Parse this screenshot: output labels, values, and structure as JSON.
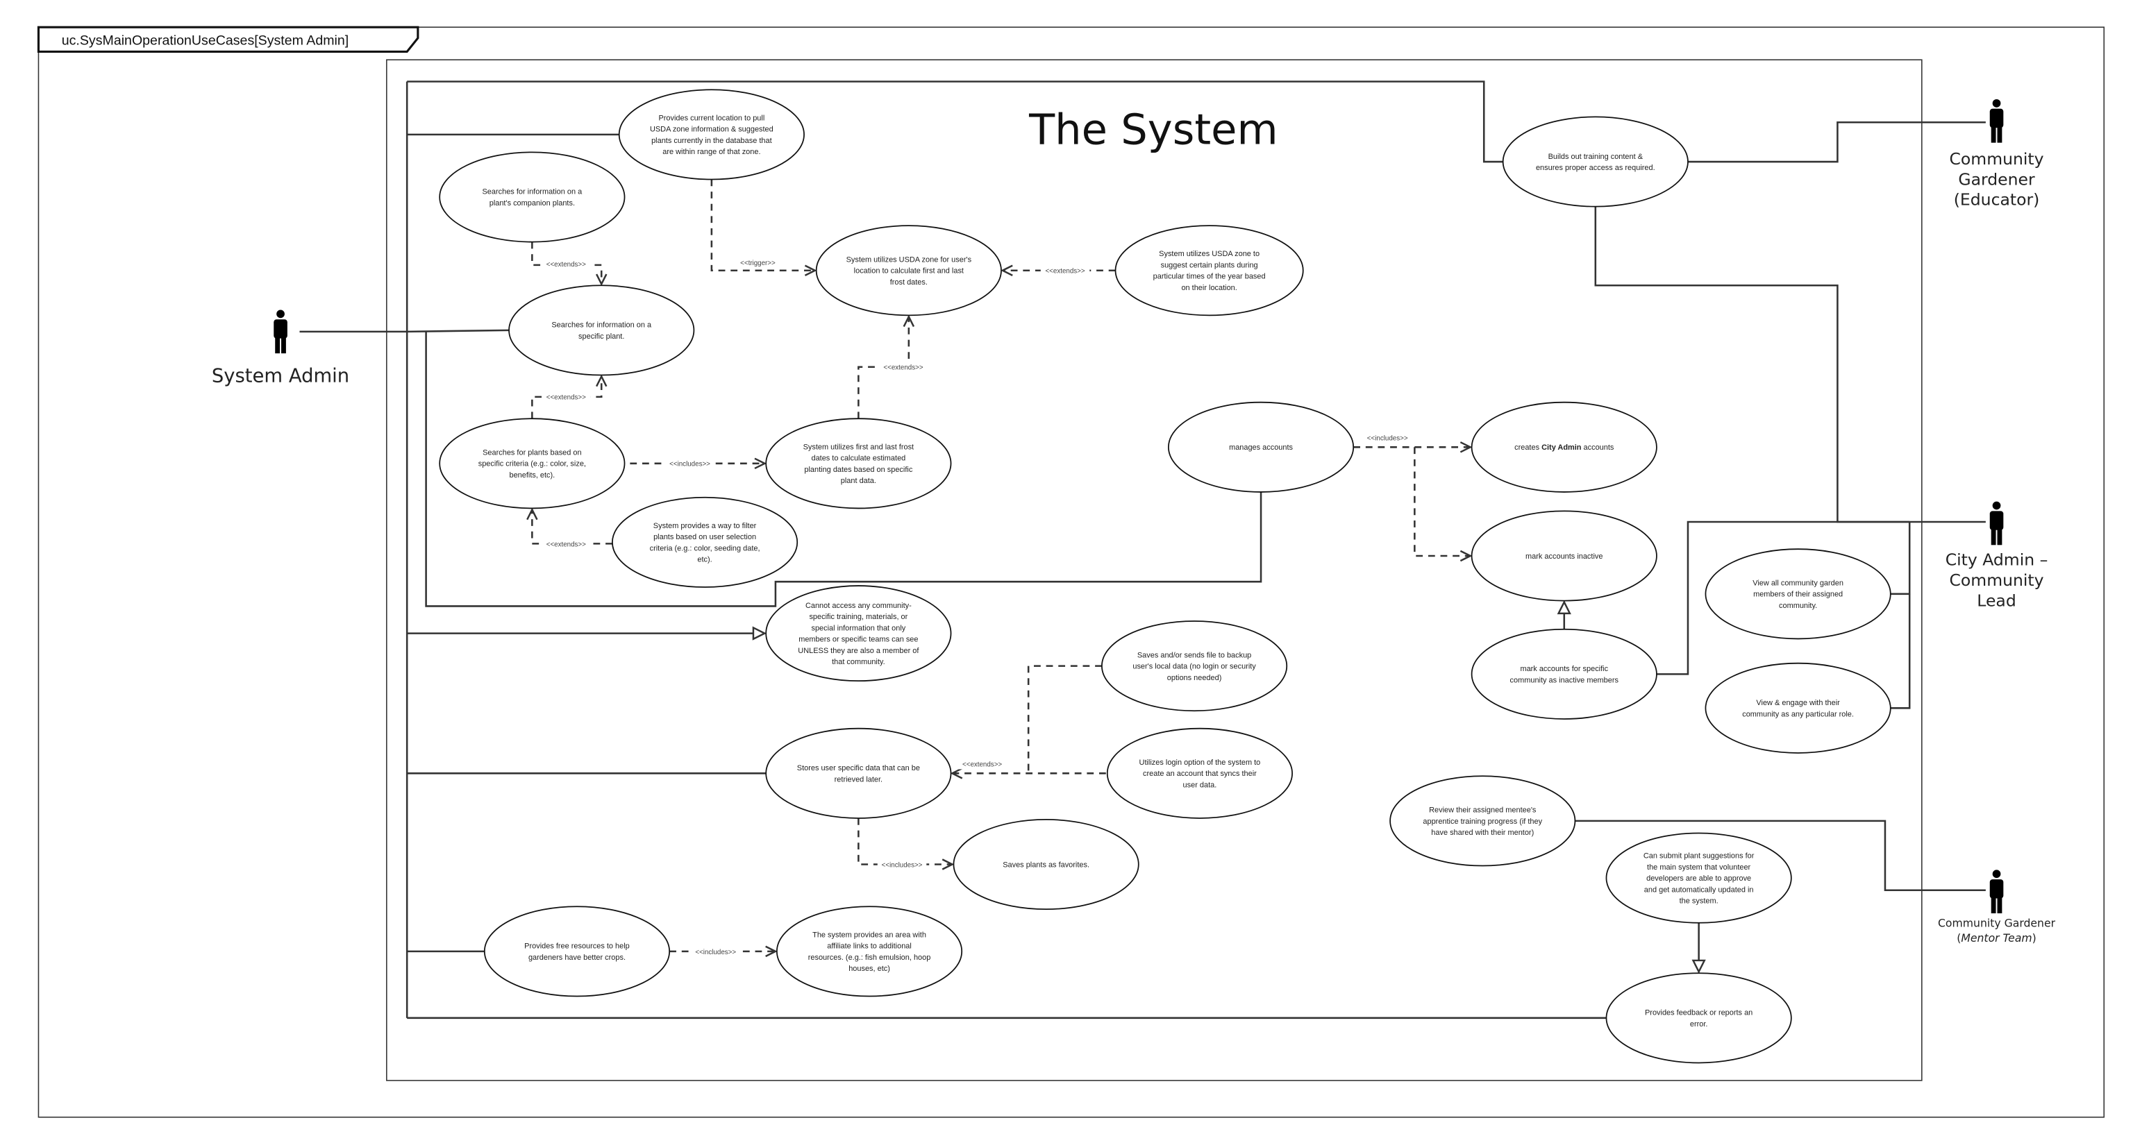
{
  "frame": {
    "label": "uc.SysMainOperationUseCases[System Admin]"
  },
  "system": {
    "title": "The System"
  },
  "actors": [
    {
      "id": "system-admin",
      "lines": [
        "System Admin"
      ]
    },
    {
      "id": "community-gardener-educator",
      "lines": [
        "Community",
        "Gardener",
        "(Educator)"
      ]
    },
    {
      "id": "city-admin-community-lead",
      "lines": [
        "City Admin –",
        "Community",
        "Lead"
      ]
    },
    {
      "id": "community-gardener-mentor-team",
      "lines": [
        "Community Gardener",
        [
          "(",
          "Mentor Team",
          ")"
        ]
      ]
    }
  ],
  "use_cases": [
    {
      "id": "provides-location",
      "lines": [
        "Provides current location to pull",
        "USDA zone information & suggested",
        "plants currently in the database that",
        "are within range of that zone."
      ]
    },
    {
      "id": "companion-plants",
      "lines": [
        "Searches for information on a",
        "plant's companion plants."
      ]
    },
    {
      "id": "usda-frost-dates",
      "lines": [
        "System utilizes USDA zone for user's",
        "location to calculate first and last",
        "frost dates."
      ]
    },
    {
      "id": "usda-suggest-plants",
      "lines": [
        "System utilizes USDA zone to",
        "suggest certain plants during",
        "particular times of the year based",
        "on their location."
      ]
    },
    {
      "id": "specific-plant",
      "lines": [
        "Searches for information on a",
        "specific plant."
      ]
    },
    {
      "id": "search-criteria",
      "lines": [
        "Searches for plants based on",
        "specific criteria (e.g.: color, size,",
        "benefits, etc)."
      ]
    },
    {
      "id": "planting-dates",
      "lines": [
        "System utilizes first and last frost",
        "dates to calculate estimated",
        "planting dates based on specific",
        "plant data."
      ]
    },
    {
      "id": "filter-plants",
      "lines": [
        "System provides a way to filter",
        "plants based on user selection",
        "criteria (e.g.: color, seeding date,",
        "etc)."
      ]
    },
    {
      "id": "manages-accounts",
      "lines": [
        "manages accounts"
      ]
    },
    {
      "id": "creates-city-admin",
      "lines": [
        [
          "creates ",
          "City Admin",
          " accounts"
        ]
      ]
    },
    {
      "id": "mark-inactive",
      "lines": [
        "mark accounts inactive"
      ]
    },
    {
      "id": "mark-community-inactive",
      "lines": [
        "mark accounts for specific",
        "community as inactive members"
      ]
    },
    {
      "id": "cannot-access",
      "lines": [
        "Cannot access any community-",
        "specific training, materials, or",
        "special information that only",
        "members or specific teams can see",
        "UNLESS they are also a member of",
        "that community."
      ]
    },
    {
      "id": "backup-file",
      "lines": [
        "Saves and/or sends file to backup",
        "user's local data (no login or security",
        "options needed)"
      ]
    },
    {
      "id": "stores-user-data",
      "lines": [
        "Stores user specific data that can be",
        "retrieved later."
      ]
    },
    {
      "id": "login-sync",
      "lines": [
        "Utilizes login option of the system to",
        "create an account that syncs their",
        "user data."
      ]
    },
    {
      "id": "saves-favorites",
      "lines": [
        "Saves plants as favorites."
      ]
    },
    {
      "id": "free-resources",
      "lines": [
        "Provides free resources to help",
        "gardeners have better crops."
      ]
    },
    {
      "id": "affiliate-links",
      "lines": [
        "The system provides an area with",
        "affiliate links to additional",
        "resources. (e.g.: fish emulsion, hoop",
        "houses, etc)"
      ]
    },
    {
      "id": "builds-training",
      "lines": [
        "Builds out training content &",
        "ensures proper access as required."
      ]
    },
    {
      "id": "view-community-members",
      "lines": [
        "View all community garden",
        "members of their assigned",
        "community."
      ]
    },
    {
      "id": "view-engage-community",
      "lines": [
        "View & engage with their",
        "community as any particular role."
      ]
    },
    {
      "id": "review-mentee",
      "lines": [
        "Review their assigned mentee's",
        "apprentice training progress (if they",
        "have shared with their mentor)"
      ]
    },
    {
      "id": "submit-plant",
      "lines": [
        "Can submit plant  suggestions for",
        "the main system that volunteer",
        "developers are able to approve",
        "and get automatically updated in",
        "the system."
      ]
    },
    {
      "id": "feedback",
      "lines": [
        "Provides feedback or reports an",
        "error."
      ]
    }
  ],
  "relationships": {
    "trigger": "<<trigger>>",
    "extends": "<<extends>>",
    "includes": "<<includes>>"
  }
}
